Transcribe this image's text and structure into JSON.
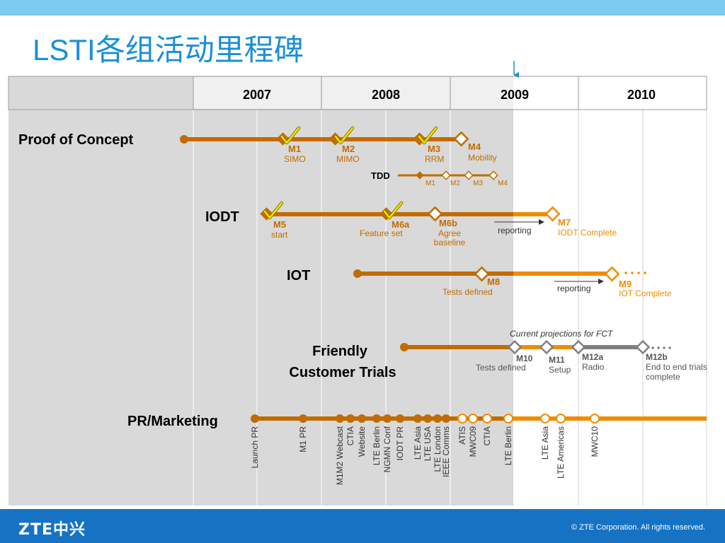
{
  "page": {
    "title": "LSTI各组活动里程碑"
  },
  "years": [
    "2007",
    "2008",
    "2009",
    "2010"
  ],
  "rows": {
    "poc": "Proof of Concept",
    "iodt": "IODT",
    "iot": "IOT",
    "fct_line1": "Friendly",
    "fct_line2": "Customer Trials",
    "pr": "PR/Marketing"
  },
  "poc_milestones": [
    {
      "code": "M1",
      "label": "SIMO"
    },
    {
      "code": "M2",
      "label": "MIMO"
    },
    {
      "code": "M3",
      "label": "RRM"
    },
    {
      "code": "M4",
      "label": "Mobility"
    }
  ],
  "tdd": {
    "label": "TDD",
    "codes": [
      "M1",
      "M2",
      "M3",
      "M4"
    ]
  },
  "iodt_milestones": [
    {
      "code": "M5",
      "label": "start"
    },
    {
      "code": "M6a",
      "label": "Feature set"
    },
    {
      "code": "M6b",
      "label1": "Agree",
      "label2": "baseline"
    },
    {
      "code": "M7",
      "label": "IODT Complete"
    }
  ],
  "iot_milestones": [
    {
      "code": "M8",
      "label": "Tests defined"
    },
    {
      "code": "M9",
      "label": "IOT Complete"
    }
  ],
  "reporting": "reporting",
  "projection_note": "Current projections for FCT",
  "fct_milestones": [
    {
      "code": "M10",
      "label": "Tests defined"
    },
    {
      "code": "M11",
      "label": "Setup"
    },
    {
      "code": "M12a",
      "label": "Radio"
    },
    {
      "code": "M12b",
      "label1": "End to end trials",
      "label2": "complete"
    }
  ],
  "pr_events": [
    "Launch PR",
    "M1 PR",
    "M1M2 Webcast",
    "CTIA",
    "Website",
    "LTE Berlin",
    "NGMN Conf",
    "IODT PR",
    "LTE Asia",
    "LTE USA",
    "LTE London",
    "IEEE Comms",
    "ATIS",
    "MWC09",
    "CTIA",
    "LTE Berlin",
    "LTE Asia",
    "LTE Americas",
    "MWC10"
  ],
  "footer": {
    "logo": "ZTE中兴",
    "copyright": "© ZTE Corporation. All rights reserved."
  },
  "colors": {
    "brand_blue": "#1a8fd8",
    "line_dark_orange": "#c06c00",
    "line_orange": "#f08c00",
    "projection_gray": "#808080",
    "check_yellow": "#f2e200",
    "past_shade": "#d9d9d9"
  }
}
